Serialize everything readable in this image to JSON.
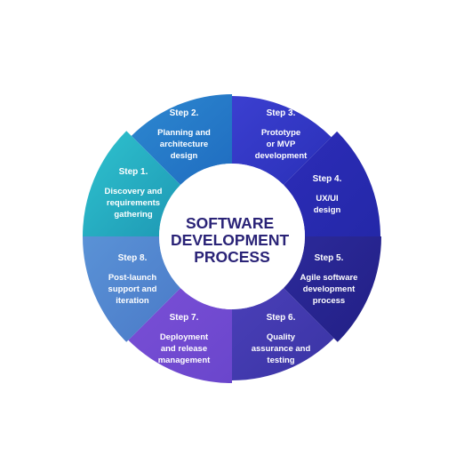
{
  "center": {
    "lines": [
      "SOFTWARE",
      "DEVELOPMENT",
      "PROCESS"
    ],
    "color": "#2a2377"
  },
  "steps": [
    {
      "title": "Step 2.",
      "lines": [
        "Planning and",
        "architecture",
        "design"
      ],
      "color_start": "#2d88d0",
      "color_end": "#1f6cc0"
    },
    {
      "title": "Step 3.",
      "lines": [
        "Prototype",
        "or MVP",
        "development"
      ],
      "color_start": "#3b3fd0",
      "color_end": "#2a30b8"
    },
    {
      "title": "Step 4.",
      "lines": [
        "UX/UI",
        "design"
      ],
      "color_start": "#2c2cb8",
      "color_end": "#2428a8"
    },
    {
      "title": "Step 5.",
      "lines": [
        "Agile software",
        "development",
        "process"
      ],
      "color_start": "#2c2a9a",
      "color_end": "#221f85"
    },
    {
      "title": "Step 6.",
      "lines": [
        "Quality",
        "assurance and",
        "testing"
      ],
      "color_start": "#4a3fb8",
      "color_end": "#3a34a4"
    },
    {
      "title": "Step 7.",
      "lines": [
        "Deployment",
        "and release",
        "management"
      ],
      "color_start": "#7a4fd6",
      "color_end": "#6a46cc"
    },
    {
      "title": "Step 8.",
      "lines": [
        "Post-launch",
        "support and",
        "iteration"
      ],
      "color_start": "#5a92d6",
      "color_end": "#4a7ac8"
    },
    {
      "title": "Step 1.",
      "lines": [
        "Discovery and",
        "requirements",
        "gathering"
      ],
      "color_start": "#2fc3cf",
      "color_end": "#1e98b4"
    }
  ]
}
